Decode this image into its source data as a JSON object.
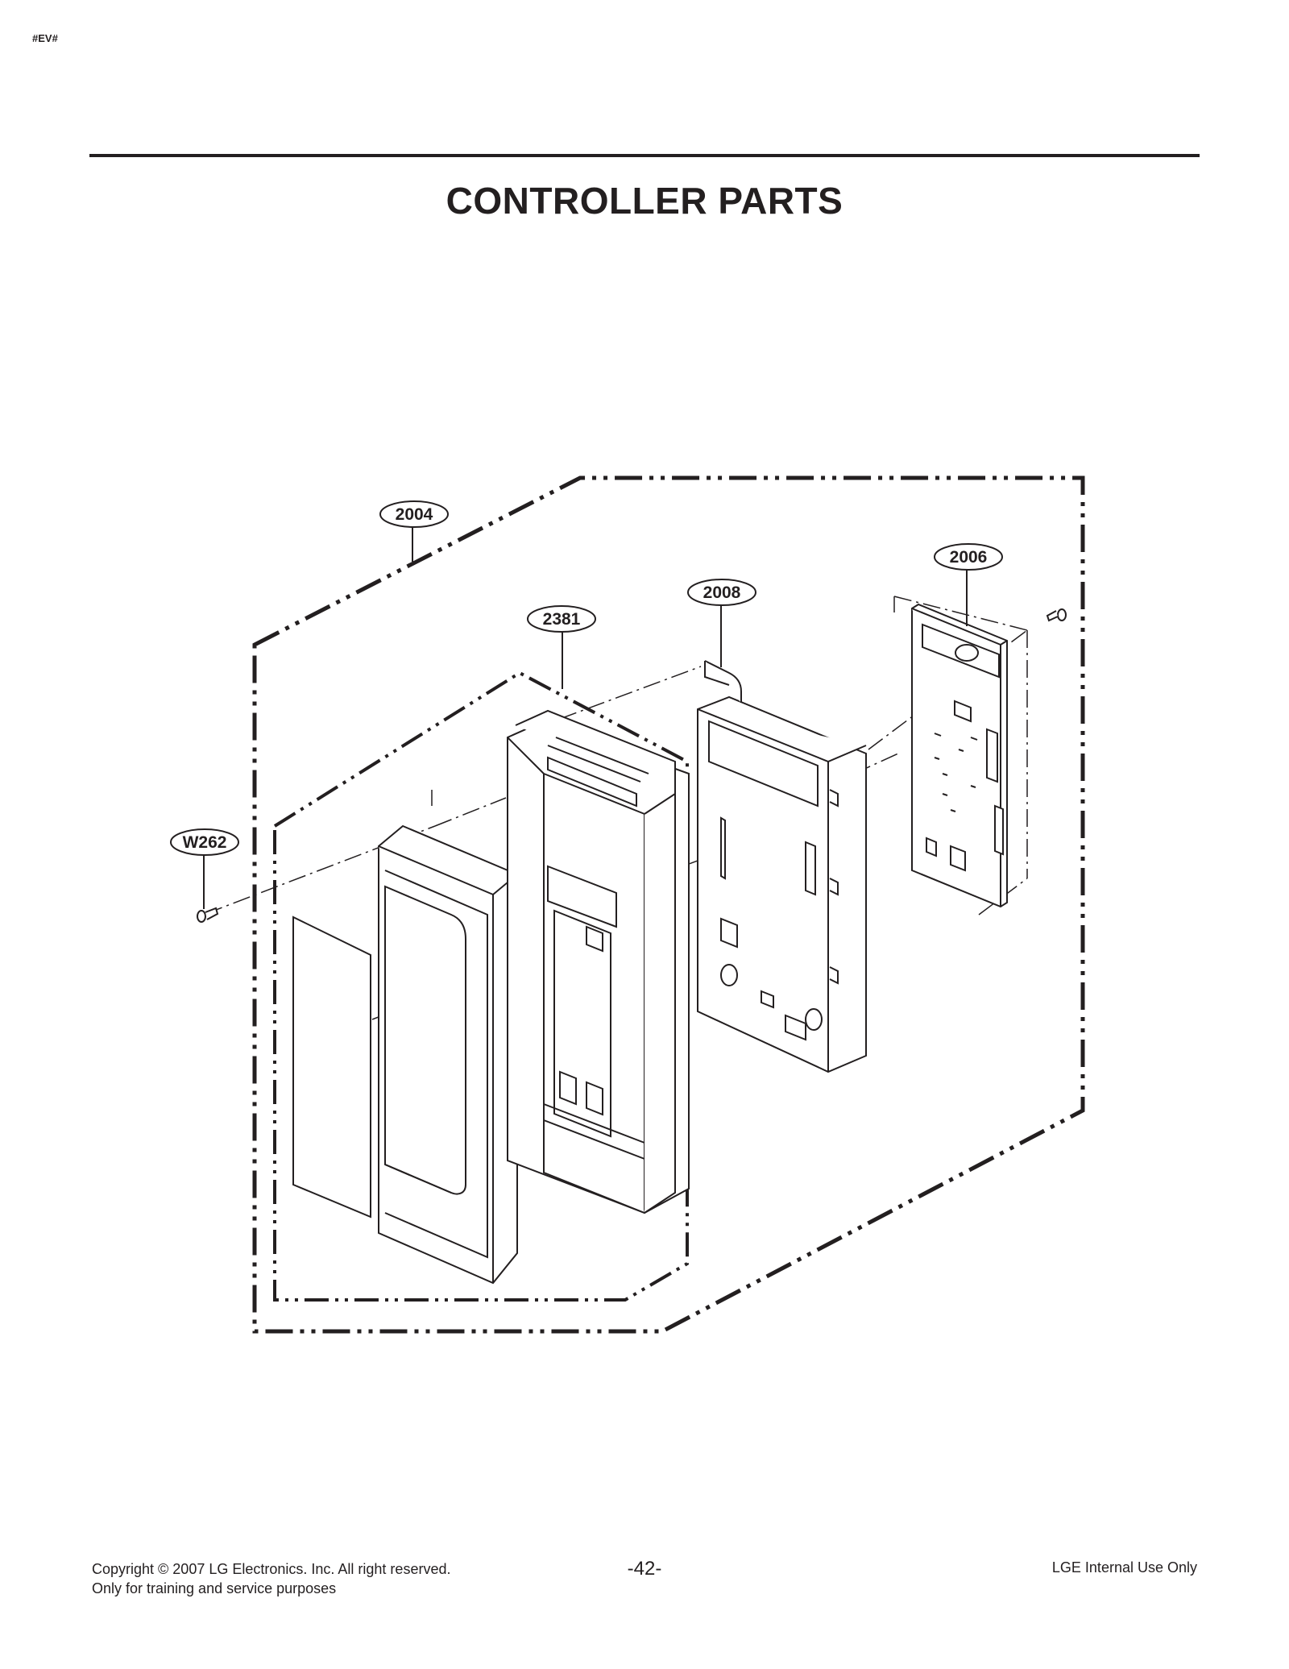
{
  "header": {
    "tag": "#EV#"
  },
  "page": {
    "title": "CONTROLLER PARTS"
  },
  "callouts": {
    "c2004": "2004",
    "c2006": "2006",
    "c2008": "2008",
    "c2381": "2381",
    "cW262": "W262"
  },
  "footer": {
    "copyright": "Copyright © 2007 LG Electronics. Inc. All right reserved.",
    "purpose": "Only for training and service purposes",
    "page_number": "-42-",
    "internal": "LGE Internal Use Only"
  }
}
